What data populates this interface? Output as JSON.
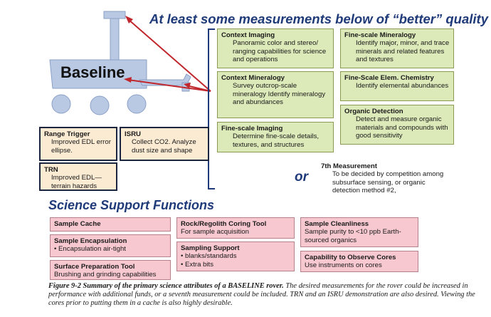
{
  "heading": "At least some measurements below of “better” quality",
  "rover": {
    "label": "Baseline"
  },
  "measurements": [
    {
      "title": "Context Imaging",
      "body": "Panoramic color and stereo/ ranging capabilities for science and operations"
    },
    {
      "title": "Context Mineralogy",
      "body": "Survey outcrop-scale mineralogy Identify mineralogy and abundances"
    },
    {
      "title": "Fine-scale Imaging",
      "body": "Determine fine-scale details, textures, and structures"
    },
    {
      "title": "Fine-scale Mineralogy",
      "body": "Identify major, minor, and trace minerals and related features and textures"
    },
    {
      "title": "Fine-Scale Elem. Chemistry",
      "body": "Identify elemental abundances"
    },
    {
      "title": "Organic Detection",
      "body": "Detect and measure organic materials and compounds with good sensitivity"
    }
  ],
  "or_label": "or",
  "seventh": {
    "title": "7th Measurement",
    "body": "To be decided by competition among subsurface sensing, or organic detection method #2,"
  },
  "extras": [
    {
      "title": "Range Trigger",
      "body": "Improved EDL error ellipse."
    },
    {
      "title": "ISRU",
      "body": "Collect CO2. Analyze dust size and shape"
    },
    {
      "title": "TRN",
      "body": "Improved EDL— terrain hazards"
    }
  ],
  "ssf_heading": "Science Support Functions",
  "ssf": {
    "sample_cache": {
      "title": "Sample Cache"
    },
    "sample_encapsulation": {
      "title": "Sample Encapsulation",
      "bullets": [
        "Encapsulation air-tight"
      ]
    },
    "surface_prep": {
      "title": "Surface Preparation Tool",
      "body": "Brushing and grinding capabilities"
    },
    "coring_tool": {
      "title": "Rock/Regolith Coring Tool",
      "body": "For sample acquisition"
    },
    "sampling_support": {
      "title": "Sampling Support",
      "bullets": [
        "blanks/standards",
        "Extra bits"
      ]
    },
    "sample_cleanliness": {
      "title": "Sample Cleanliness",
      "body": "Sample purity to <10 ppb Earth-sourced organics"
    },
    "observe_cores": {
      "title": "Capability to Observe Cores",
      "body": "Use instruments on cores"
    }
  },
  "caption": {
    "label": "Figure 9-2 Summary of the primary science attributes of a BASELINE rover.",
    "text": " The desired measurements for the rover could be increased in performance with additional funds, or a seventh measurement could be included.  TRN and an ISRU demonstration are also desired.  Viewing the cores prior to putting them in a cache is also highly desirable."
  },
  "colors": {
    "heading": "#1f3a78",
    "measurement_fill": "#dce9b8",
    "extra_fill": "#fbebd3",
    "ssf_fill": "#f7c8d0",
    "rover_fill": "#b9c9e3",
    "arrow": "#c0272d"
  }
}
